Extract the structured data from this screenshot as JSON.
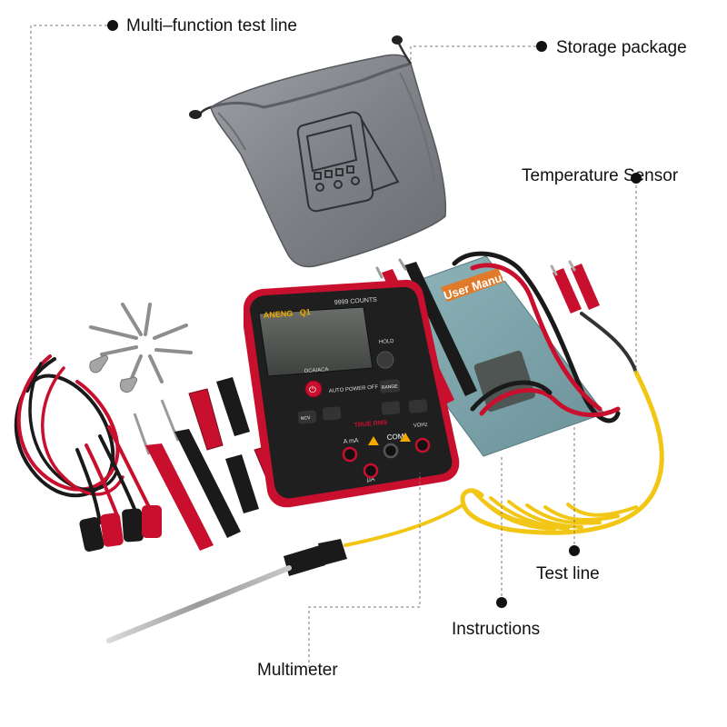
{
  "callouts": {
    "multi_function_test_line": "Multi–function test line",
    "storage_package": "Storage package",
    "temperature_sensor": "Temperature Sensor",
    "test_line": "Test line",
    "instructions": "Instructions",
    "multimeter": "Multimeter"
  },
  "multimeter": {
    "brand": "ANENG",
    "model": "Q1",
    "counts": "9999 COUNTS",
    "auto_power_off": "AUTO POWER OFF",
    "true_rms": "TRUE RMS",
    "com": "COM",
    "hold": "HOLD",
    "range": "RANGE",
    "ncv": "NCV",
    "a_ma": "A mA",
    "ua": "μA",
    "dc_ac": "DCA/ACA",
    "v_ohm": "VΩHz"
  },
  "manual": {
    "title": "User Manual"
  },
  "colors": {
    "red": "#c8102e",
    "black": "#1a1a1a",
    "yellow": "#f2c615",
    "bag_grey": "#8a8d92",
    "manual_teal": "#7fa7ad"
  }
}
